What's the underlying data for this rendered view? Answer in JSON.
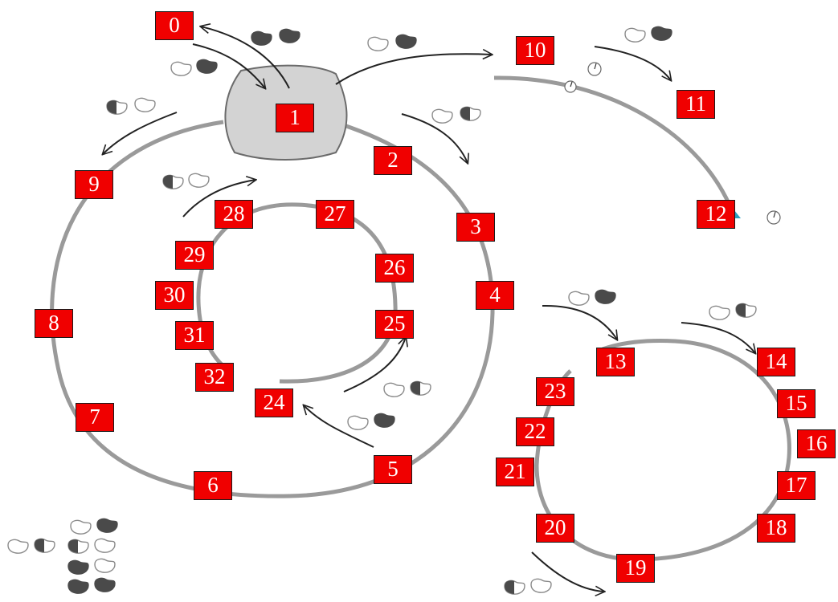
{
  "labels": [
    "0",
    "1",
    "2",
    "3",
    "4",
    "5",
    "6",
    "7",
    "8",
    "9",
    "10",
    "11",
    "12",
    "13",
    "14",
    "15",
    "16",
    "17",
    "18",
    "19",
    "20",
    "21",
    "22",
    "23",
    "24",
    "25",
    "26",
    "27",
    "28",
    "29",
    "30",
    "31",
    "32"
  ],
  "colors": {
    "label_fill": "#f00000",
    "label_border": "#1a1a1a",
    "label_text": "#ffffff",
    "track": "#9a9a9a",
    "arrow": "#222222",
    "organelle_fill": "#d3d3d3",
    "organelle_stroke": "#6b6b6b",
    "bean_dark": "#4a4a4a",
    "bean_outline": "#8a8a8a",
    "spindle": "#2aa0c0"
  },
  "icons": {
    "outline_bean": "outline-bean-icon",
    "dark_bean": "dark-bean-icon",
    "half_bean": "half-bean-icon",
    "clock_circle": "clock-circle-icon",
    "organelle": "rounded-organelle-icon"
  }
}
